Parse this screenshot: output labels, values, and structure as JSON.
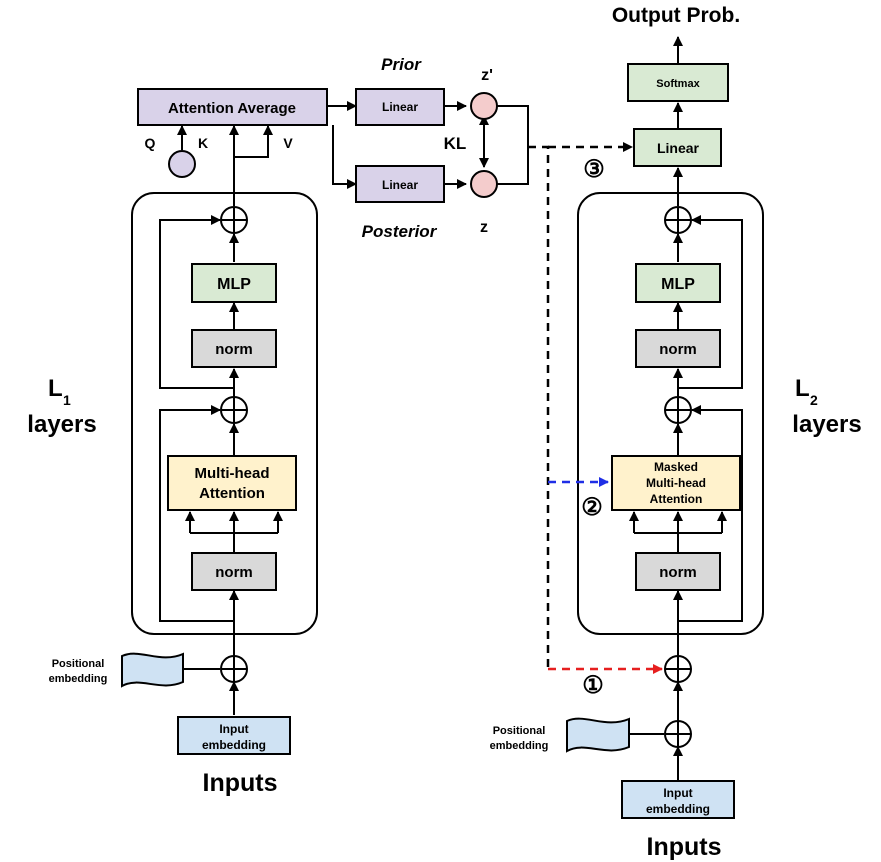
{
  "colors": {
    "purple": "#d9d2e9",
    "green": "#d9ead3",
    "gray": "#d9d9d9",
    "yellow": "#fff2cc",
    "blue": "#cfe2f3",
    "pink": "#f4cccc",
    "dash_blue": "#1f2ee6",
    "dash_red": "#e61f1f"
  },
  "left": {
    "attention_average": "Attention Average",
    "q": "Q",
    "k": "K",
    "v": "V",
    "mlp": "MLP",
    "norm_top": "norm",
    "mha_line1": "Multi-head",
    "mha_line2": "Attention",
    "norm_bottom": "norm",
    "layers_l": "L",
    "layers_sub": "1",
    "layers_word": "layers",
    "pos_line1": "Positional",
    "pos_line2": "embedding",
    "input_line1": "Input",
    "input_line2": "embedding",
    "inputs": "Inputs"
  },
  "middle": {
    "prior": "Prior",
    "posterior": "Posterior",
    "linear_top": "Linear",
    "linear_bottom": "Linear",
    "z_prime": "z'",
    "z": "z",
    "kl": "KL"
  },
  "right": {
    "output": "Output Prob.",
    "softmax": "Softmax",
    "linear": "Linear",
    "mlp": "MLP",
    "norm_top": "norm",
    "masked_line1": "Masked",
    "masked_line2": "Multi-head",
    "masked_line3": "Attention",
    "norm_bottom": "norm",
    "layers_l": "L",
    "layers_sub": "2",
    "layers_word": "layers",
    "pos_line1": "Positional",
    "pos_line2": "embedding",
    "input_line1": "Input",
    "input_line2": "embedding",
    "inputs": "Inputs",
    "step1": "①",
    "step2": "②",
    "step3": "③"
  }
}
